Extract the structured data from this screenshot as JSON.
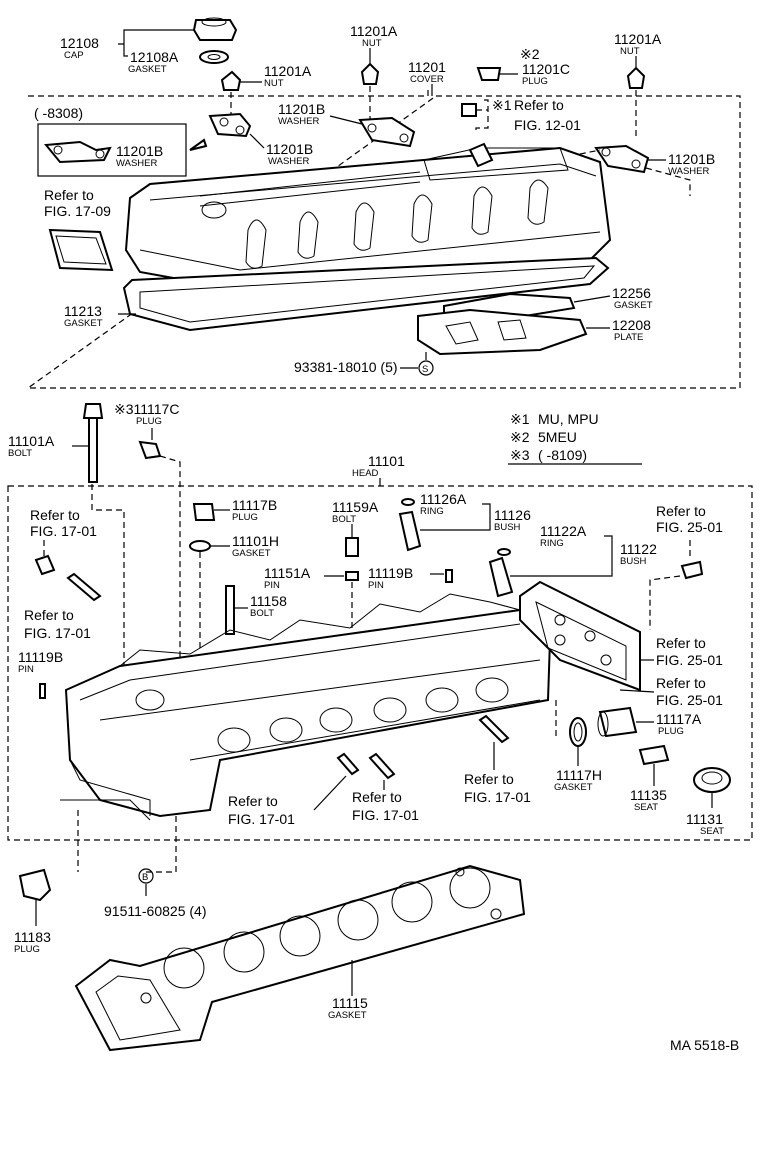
{
  "diagram_code": "MA 5518-B",
  "cover_group": {
    "range_note": "(      -8308)",
    "items": [
      {
        "num": "12108",
        "name": "CAP"
      },
      {
        "num": "12108A",
        "name": "GASKET"
      },
      {
        "num": "11201A",
        "name": "NUT"
      },
      {
        "num": "11201A",
        "name": "NUT"
      },
      {
        "num": "11201A",
        "name": "NUT"
      },
      {
        "num": "11201",
        "name": "COVER"
      },
      {
        "num": "11201C",
        "name": "PLUG"
      },
      {
        "num": "11201B",
        "name": "WASHER"
      },
      {
        "num": "11201B",
        "name": "WASHER"
      },
      {
        "num": "11201B",
        "name": "WASHER"
      },
      {
        "num": "11201B",
        "name": "WASHER"
      },
      {
        "num": "11213",
        "name": "GASKET"
      },
      {
        "num": "12256",
        "name": "GASKET"
      },
      {
        "num": "12208",
        "name": "PLATE"
      }
    ],
    "plug_mark": "※2",
    "washer_mark": "※1",
    "screw_ref": "93381-18010 (5)",
    "screw_mark": "S",
    "refs": [
      {
        "line1": "Refer to",
        "line2": "FIG. 12-01"
      },
      {
        "line1": "Refer to",
        "line2": "FIG. 17-09"
      }
    ]
  },
  "notes": [
    {
      "mark": "※1",
      "text": "MU, MPU"
    },
    {
      "mark": "※2",
      "text": "5MEU"
    },
    {
      "mark": "※3",
      "text": "(        -8109)"
    }
  ],
  "head_group": {
    "items": [
      {
        "num": "11101A",
        "name": "BOLT"
      },
      {
        "num": "※311117C",
        "name": "PLUG"
      },
      {
        "num": "11101",
        "name": "HEAD"
      },
      {
        "num": "11117B",
        "name": "PLUG"
      },
      {
        "num": "11101H",
        "name": "GASKET"
      },
      {
        "num": "11159A",
        "name": "BOLT"
      },
      {
        "num": "11126A",
        "name": "RING"
      },
      {
        "num": "11126",
        "name": "BUSH"
      },
      {
        "num": "11122A",
        "name": "RING"
      },
      {
        "num": "11122",
        "name": "BUSH"
      },
      {
        "num": "11151A",
        "name": "PIN"
      },
      {
        "num": "11119B",
        "name": "PIN"
      },
      {
        "num": "11158",
        "name": "BOLT"
      },
      {
        "num": "11119B",
        "name": "PIN"
      },
      {
        "num": "11117A",
        "name": "PLUG"
      },
      {
        "num": "11117H",
        "name": "GASKET"
      },
      {
        "num": "11135",
        "name": "SEAT"
      },
      {
        "num": "11131",
        "name": "SEAT"
      }
    ],
    "refs": [
      {
        "line1": "Refer to",
        "line2": "FIG. 17-01"
      },
      {
        "line1": "Refer to",
        "line2": "FIG. 17-01"
      },
      {
        "line1": "Refer to",
        "line2": "FIG. 17-01"
      },
      {
        "line1": "Refer to",
        "line2": "FIG. 17-01"
      },
      {
        "line1": "Refer to",
        "line2": "FIG. 17-01"
      },
      {
        "line1": "Refer to",
        "line2": "FIG. 25-01"
      },
      {
        "line1": "Refer to",
        "line2": "FIG. 25-01"
      },
      {
        "line1": "Refer to",
        "line2": "FIG. 25-01"
      }
    ]
  },
  "bottom_group": {
    "items": [
      {
        "num": "11183",
        "name": "PLUG"
      },
      {
        "num": "11115",
        "name": "GASKET"
      }
    ],
    "screw_ref": "91511-60825 (4)",
    "screw_mark": "B"
  }
}
